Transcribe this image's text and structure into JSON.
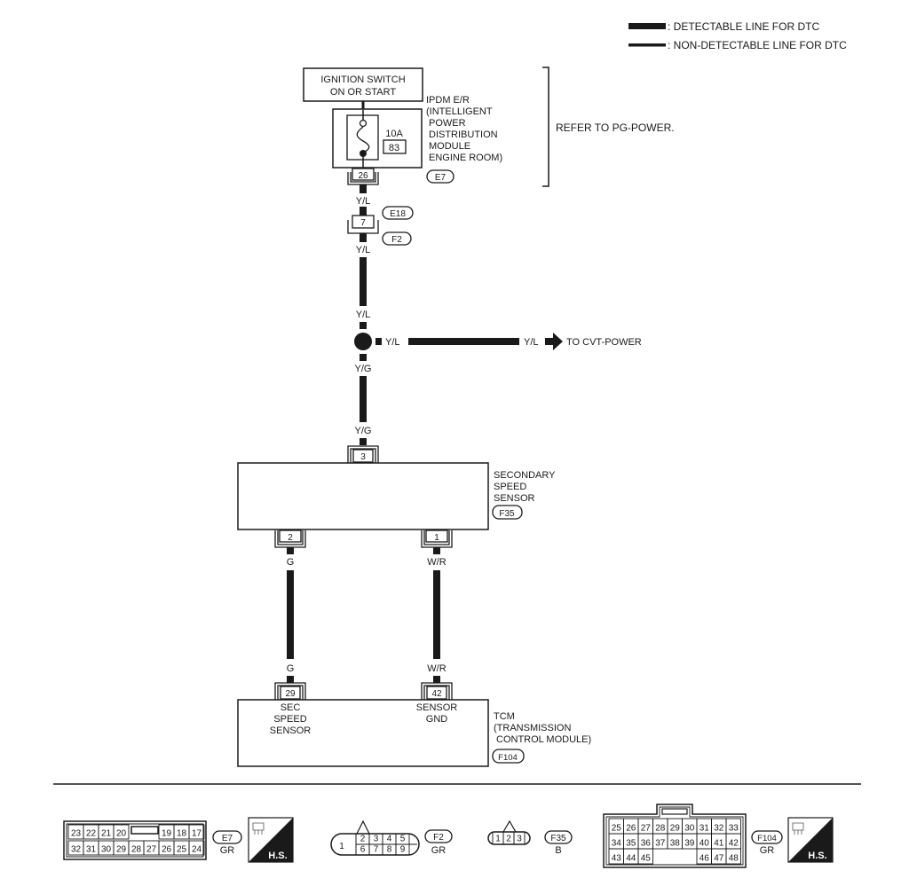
{
  "legend": {
    "detectable": ": DETECTABLE LINE FOR DTC",
    "non_detectable": ": NON-DETECTABLE LINE FOR DTC"
  },
  "ignition_switch": {
    "line1": "IGNITION SWITCH",
    "line2": "ON OR START"
  },
  "ipdm": {
    "lines": [
      "IPDM E/R",
      "(INTELLIGENT",
      " POWER",
      " DISTRIBUTION",
      " MODULE",
      " ENGINE ROOM)"
    ],
    "fuse_rating": "10A",
    "fuse_number": "83",
    "terminal": "26",
    "connector": "E7"
  },
  "refer_note": "REFER TO PG-POWER.",
  "joint_connector": {
    "terminal": "7",
    "upper": "E18",
    "lower": "F2"
  },
  "wire_labels": {
    "yl_1": "Y/L",
    "yl_2": "Y/L",
    "yl_3": "Y/L",
    "branch_yl_1": "Y/L",
    "branch_yl_2": "Y/L",
    "yg_1": "Y/G",
    "yg_2": "Y/G",
    "g_1": "G",
    "g_2": "G",
    "wr_1": "W/R",
    "wr_2": "W/R"
  },
  "branch_destination": "TO CVT-POWER",
  "secondary_speed_sensor": {
    "lines": [
      "SECONDARY",
      "SPEED",
      "SENSOR"
    ],
    "connector": "F35",
    "terminals": {
      "power": "3",
      "signal": "2",
      "ground": "1"
    }
  },
  "tcm": {
    "lines": [
      "TCM",
      "(TRANSMISSION",
      " CONTROL MODULE)"
    ],
    "connector": "F104",
    "terminals": {
      "sec_speed": "29",
      "sensor_gnd": "42"
    },
    "pin_labels": {
      "sec_speed": [
        "SEC",
        "SPEED",
        "SENSOR"
      ],
      "sensor_gnd": [
        "SENSOR",
        "GND"
      ]
    }
  },
  "connector_views": {
    "e7": {
      "top_row": [
        "23",
        "22",
        "21",
        "20",
        "",
        "19",
        "18",
        "17"
      ],
      "bottom_row": [
        "32",
        "31",
        "30",
        "29",
        "28",
        "27",
        "26",
        "25",
        "24"
      ],
      "id": "E7",
      "color": "GR",
      "badge": "H.S."
    },
    "f2": {
      "single": "1",
      "top_row": [
        "2",
        "3",
        "4",
        "5"
      ],
      "bottom_row": [
        "6",
        "7",
        "8",
        "9"
      ],
      "id": "F2",
      "color": "GR"
    },
    "f35": {
      "pins": [
        "1",
        "2",
        "3"
      ],
      "id": "F35",
      "color": "B"
    },
    "f104": {
      "row1": [
        "25",
        "26",
        "27",
        "28",
        "29",
        "30",
        "31",
        "32",
        "33"
      ],
      "row2": [
        "34",
        "35",
        "36",
        "37",
        "38",
        "39",
        "40",
        "41",
        "42"
      ],
      "row3_left": [
        "43",
        "44",
        "45"
      ],
      "row3_right": [
        "46",
        "47",
        "48"
      ],
      "id": "F104",
      "color": "GR",
      "badge": "H.S."
    }
  },
  "colors": {
    "ink": "#1a1a1a",
    "paper": "#ffffff"
  }
}
